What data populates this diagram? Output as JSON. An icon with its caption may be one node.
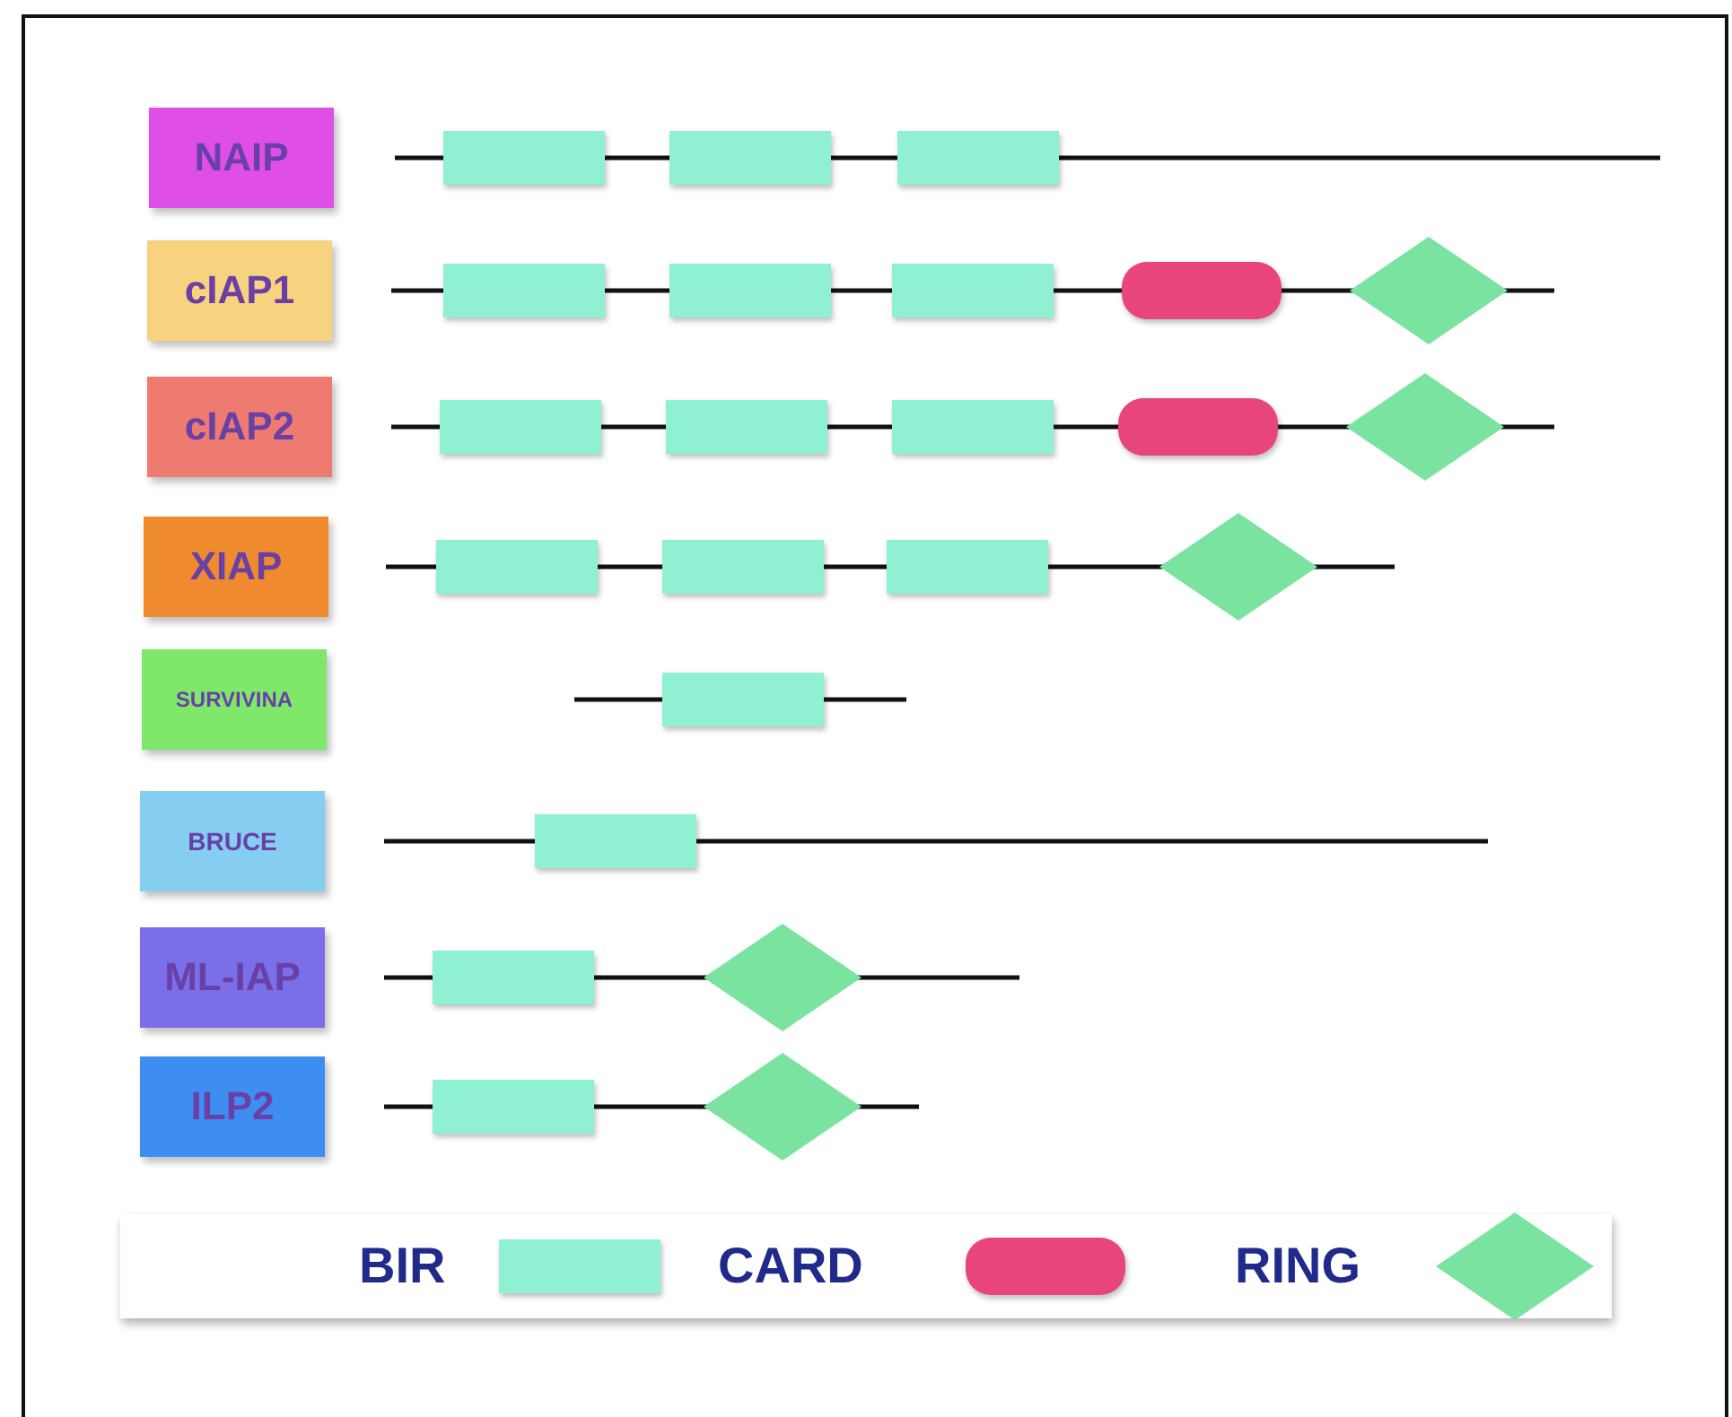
{
  "diagram": {
    "nodes": [
      {
        "text": [
          "NAIP"
        ]
      },
      {
        "text": [],
        "shape": "box"
      },
      {
        "text": [],
        "shape": "box"
      },
      {
        "text": [],
        "shape": "box"
      },
      {
        "text": [
          "cIAP1"
        ]
      },
      {
        "text": [],
        "shape": "box"
      },
      {
        "text": [],
        "shape": "box"
      },
      {
        "text": [],
        "shape": "box"
      },
      {
        "text": [],
        "shape": "capsule"
      },
      {
        "text": [],
        "shape": "diamond"
      },
      {
        "text": [
          "cIAP2"
        ]
      },
      {
        "text": [],
        "shape": "box"
      },
      {
        "text": [],
        "shape": "box"
      },
      {
        "text": [],
        "shape": "box"
      },
      {
        "text": [],
        "shape": "capsule"
      },
      {
        "text": [],
        "shape": "diamond"
      },
      {
        "text": [
          "XIAP"
        ]
      },
      {
        "text": [],
        "shape": "box"
      },
      {
        "text": [],
        "shape": "box"
      },
      {
        "text": [],
        "shape": "box"
      },
      {
        "text": [],
        "shape": "diamond"
      },
      {
        "text": [
          "SURVIVINA"
        ]
      },
      {
        "text": [],
        "shape": "box"
      },
      {
        "text": [
          "BRUCE"
        ]
      },
      {
        "text": [],
        "shape": "box"
      },
      {
        "text": [
          "ML-IAP"
        ]
      },
      {
        "text": [],
        "shape": "box"
      },
      {
        "text": [],
        "shape": "diamond"
      },
      {
        "text": [
          "ILP2"
        ]
      },
      {
        "text": [],
        "shape": "box"
      },
      {
        "text": [],
        "shape": "diamond"
      }
    ],
    "legend": [
      {
        "text": "BIR",
        "color": "#8ff0d4"
      },
      {
        "text": "CARD",
        "color": "#e8457a"
      },
      {
        "text": "RING"
      }
    ]
  }
}
